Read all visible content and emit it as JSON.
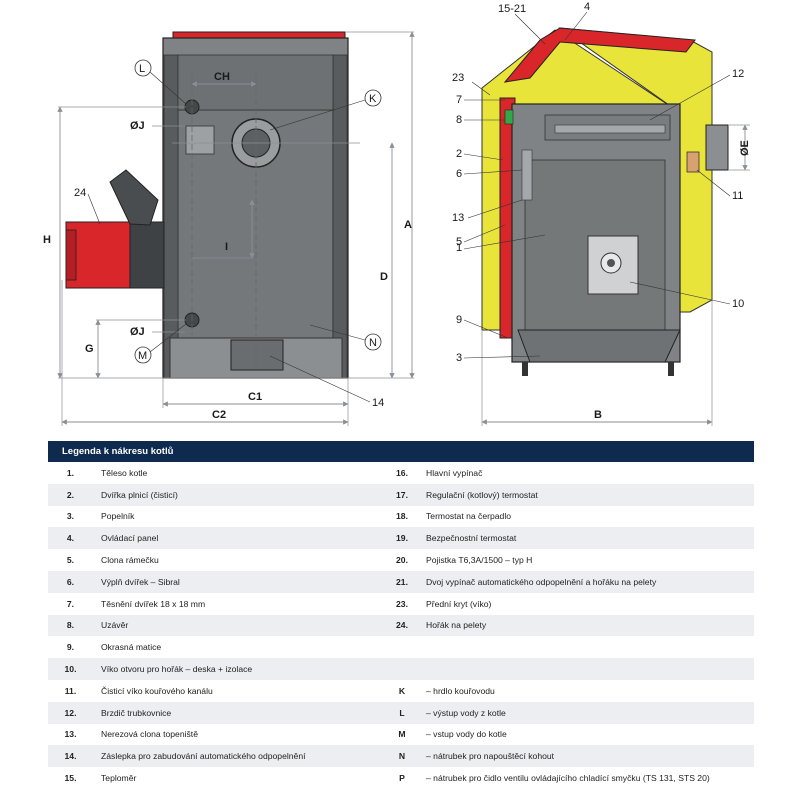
{
  "legend": {
    "title": "Legenda k nákresu kotlů",
    "rows": [
      {
        "n1": "1.",
        "t1": "Těleso kotle",
        "n2": "16.",
        "t2": "Hlavní vypínač"
      },
      {
        "n1": "2.",
        "t1": "Dvířka plnicí (čisticí)",
        "n2": "17.",
        "t2": "Regulační (kotlový) termostat"
      },
      {
        "n1": "3.",
        "t1": "Popelník",
        "n2": "18.",
        "t2": "Termostat na čerpadlo"
      },
      {
        "n1": "4.",
        "t1": "Ovládací panel",
        "n2": "19.",
        "t2": "Bezpečnostní termostat"
      },
      {
        "n1": "5.",
        "t1": "Clona rámečku",
        "n2": "20.",
        "t2": "Pojistka T6,3A/1500 – typ H"
      },
      {
        "n1": "6.",
        "t1": "Výplň dvířek – Sibral",
        "n2": "21.",
        "t2": "Dvoj vypínač automatického odpopelnění a hořáku na pelety"
      },
      {
        "n1": "7.",
        "t1": "Těsnění dvířek 18 x 18 mm",
        "n2": "23.",
        "t2": "Přední kryt (víko)"
      },
      {
        "n1": "8.",
        "t1": "Uzávěr",
        "n2": "24.",
        "t2": "Hořák na pelety"
      },
      {
        "n1": "9.",
        "t1": "Okrasná matice",
        "n2": "",
        "t2": ""
      },
      {
        "n1": "10.",
        "t1": "Víko otvoru pro hořák – deska + izolace",
        "n2": "",
        "t2": ""
      },
      {
        "n1": "11.",
        "t1": "Čisticí víko kouřového kanálu",
        "n2": "K",
        "t2": "– hrdlo kouřovodu"
      },
      {
        "n1": "12.",
        "t1": "Brzdič trubkovnice",
        "n2": "L",
        "t2": "– výstup vody z kotle"
      },
      {
        "n1": "13.",
        "t1": "Nerezová clona topeniště",
        "n2": "M",
        "t2": "– vstup vody do kotle"
      },
      {
        "n1": "14.",
        "t1": "Záslepka pro zabudování automatického odpopelnění",
        "n2": "N",
        "t2": "– nátrubek pro napouštěcí kohout"
      },
      {
        "n1": "15.",
        "t1": "Teploměr",
        "n2": "P",
        "t2": "– nátrubek pro čidlo ventilu ovládajícího chladící smyčku (TS 131, STS 20)"
      }
    ]
  },
  "front_view": {
    "dims": {
      "ch": "CH",
      "i": "I",
      "h": "H",
      "a": "A",
      "d": "D",
      "g": "G",
      "c1": "C1",
      "c2": "C2",
      "j_top": "ØJ",
      "j_bottom": "ØJ"
    },
    "labels": {
      "l": "L",
      "k": "K",
      "m": "M",
      "n": "N",
      "p24": "24",
      "p14": "14"
    }
  },
  "side_view": {
    "dims": {
      "e": "ØE",
      "b": "B"
    },
    "labels": {
      "p15_21": "15-21",
      "p4": "4",
      "p23": "23",
      "p7": "7",
      "p8": "8",
      "p2": "2",
      "p6": "6",
      "p13": "13",
      "p5": "5",
      "p1": "1",
      "p9": "9",
      "p3": "3",
      "p12": "12",
      "p11": "11",
      "p10": "10"
    }
  },
  "colors": {
    "body": "#808385",
    "body_dark": "#3f4244",
    "red": "#d8262a",
    "yellow": "#e8e43a",
    "header": "#0f2a4f",
    "dim_line": "#8a8f94"
  }
}
